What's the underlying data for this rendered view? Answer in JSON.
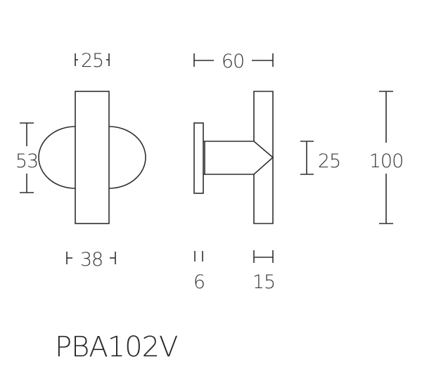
{
  "product": {
    "code": "PBA102V"
  },
  "front_view": {
    "width_label": "25",
    "rose_height_label": "53",
    "rose_width_label": "38"
  },
  "side_view": {
    "projection_label": "60",
    "shaft_height_label": "25",
    "handle_height_label": "100",
    "rose_thickness_label": "6",
    "handle_thickness_label": "15"
  },
  "colors": {
    "line": "#2e2e2e",
    "text": "#3a3a3a",
    "background": "#ffffff"
  }
}
